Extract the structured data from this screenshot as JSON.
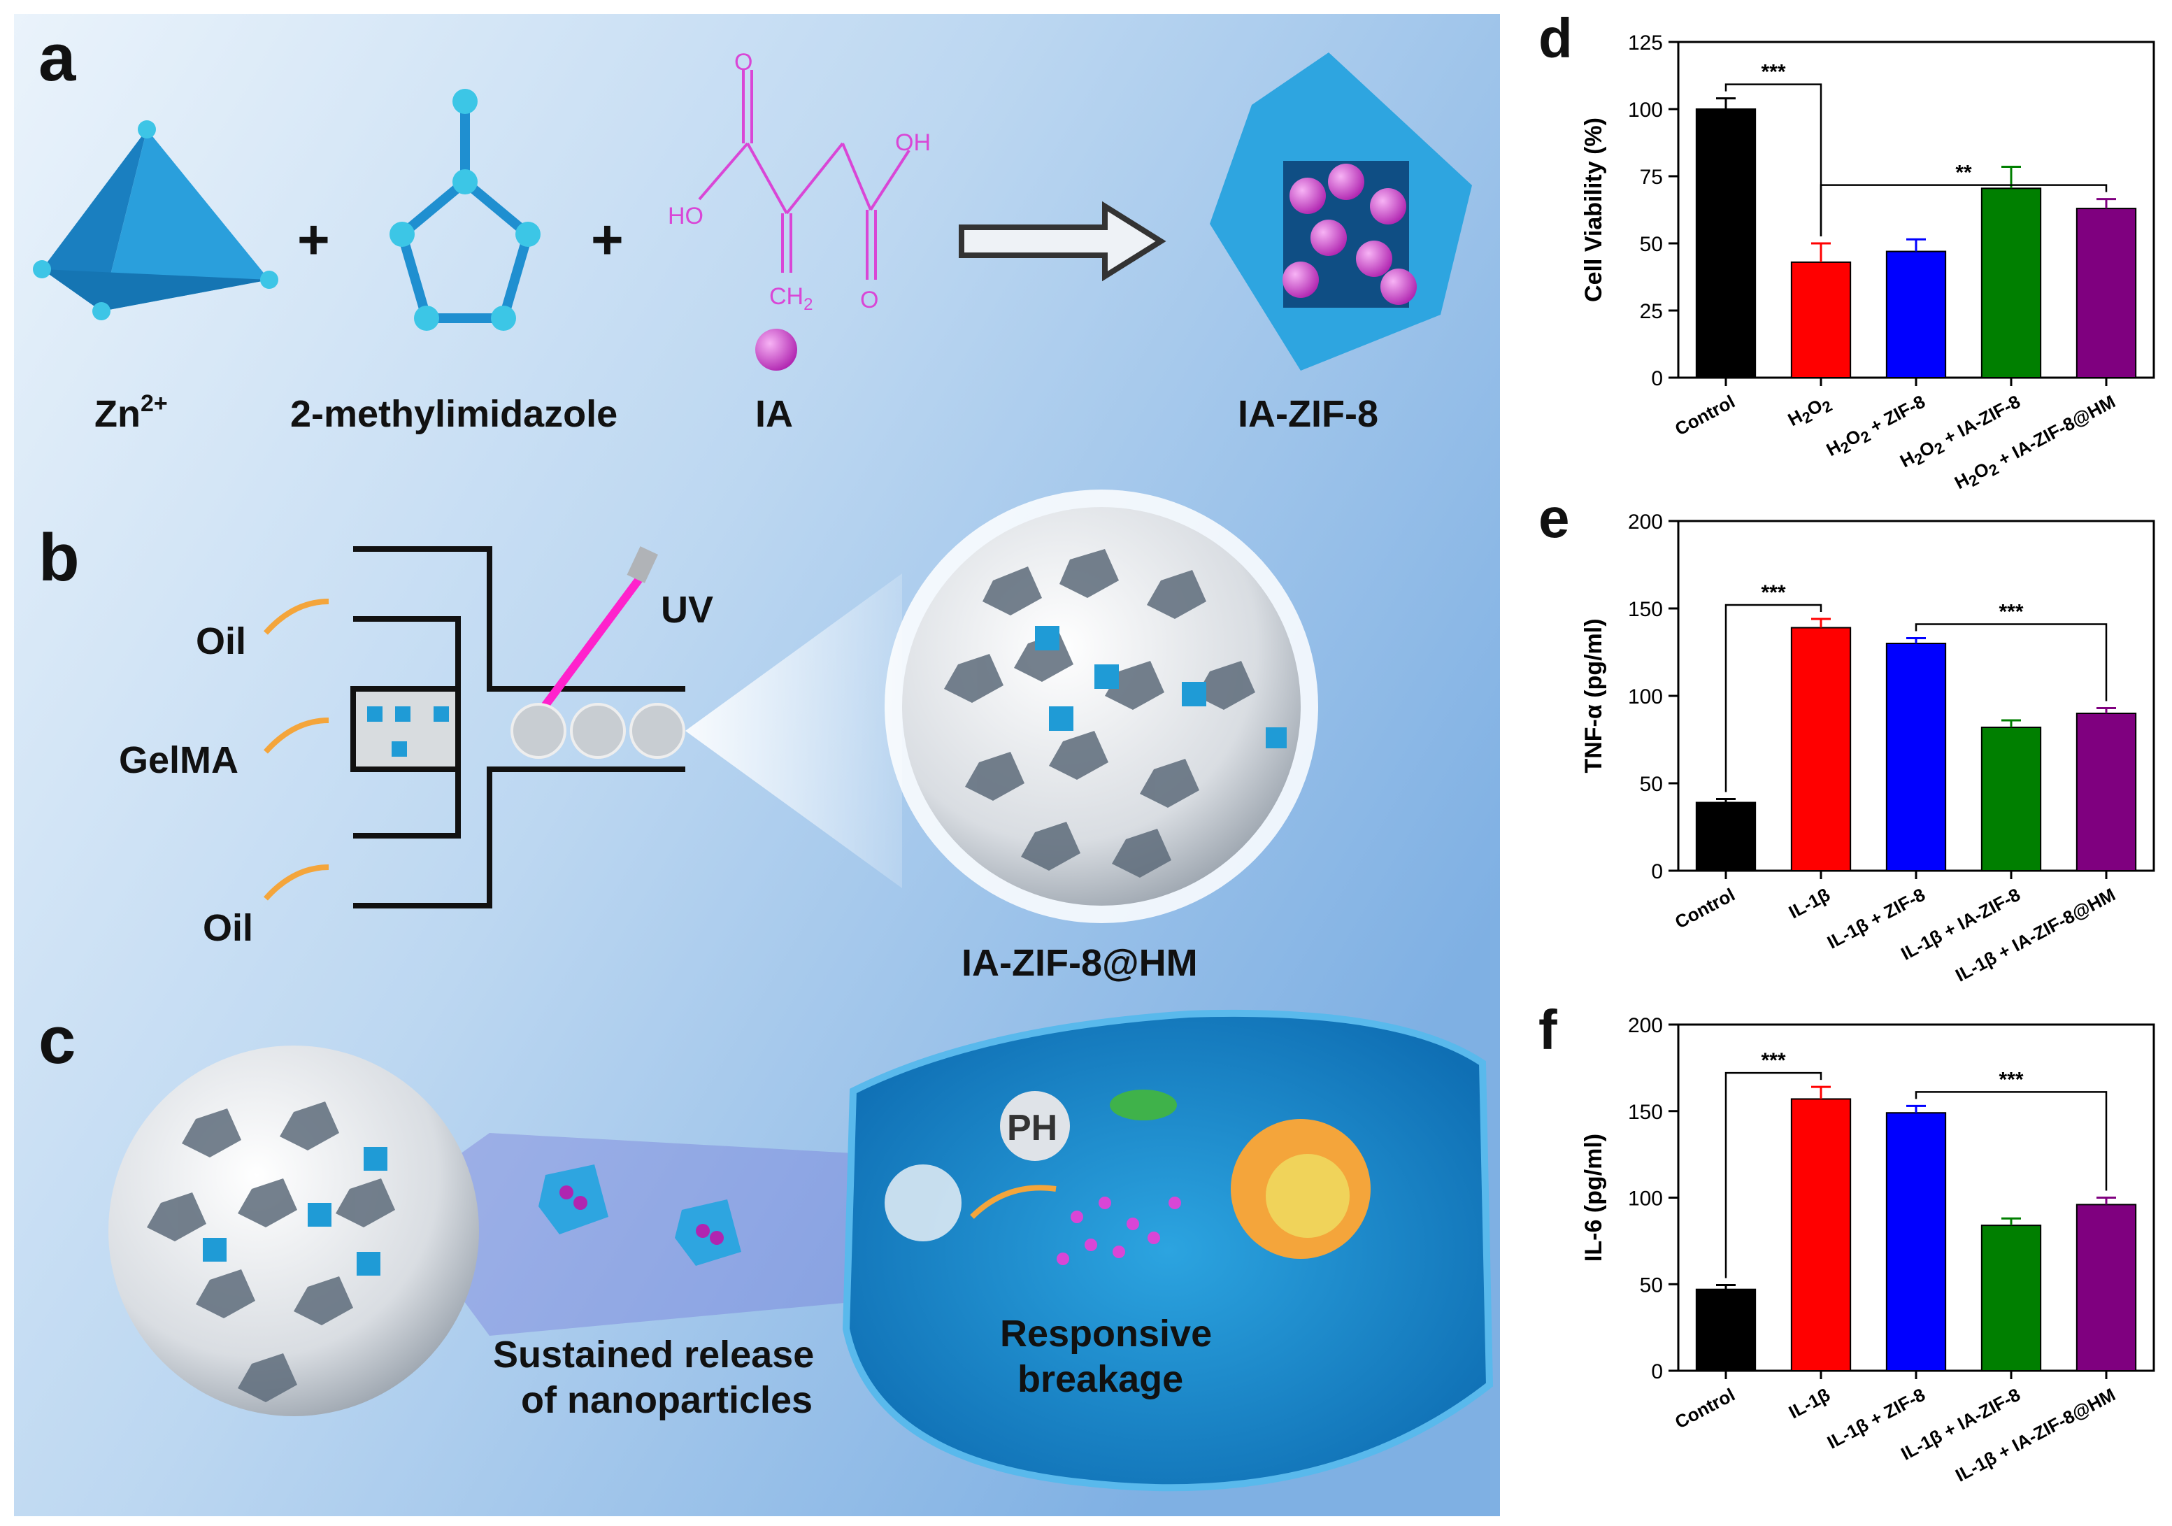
{
  "panel_labels": {
    "a": "a",
    "b": "b",
    "c": "c",
    "d": "d",
    "e": "e",
    "f": "f"
  },
  "panel_a": {
    "zn_label": "Zn",
    "zn_charge": "2+",
    "imidazole_label": "2-methylimidazole",
    "ia_label": "IA",
    "product_label": "IA-ZIF-8",
    "plus": "+",
    "chem_O": "O",
    "chem_OH": "OH",
    "chem_HO": "HO",
    "chem_CH2": "CH",
    "chem_CH2_sub": "2"
  },
  "panel_b": {
    "oil_top": "Oil",
    "gelma": "GelMA",
    "oil_bottom": "Oil",
    "uv": "UV",
    "product_label": "IA-ZIF-8@HM"
  },
  "panel_c": {
    "release_line1": "Sustained release",
    "release_line2": "of nanoparticles",
    "breakage_line1": "Responsive",
    "breakage_line2": "breakage",
    "ph_label": "PH"
  },
  "colors": {
    "black": "#000000",
    "red": "#ff0000",
    "blue": "#0000ff",
    "green": "#007f00",
    "purple": "#7f007f",
    "zif_blue": "#1f9bd6",
    "ia_magenta": "#d946d6",
    "bg_blue": "#8fc0ea"
  },
  "chart_data": [
    {
      "id": "d",
      "type": "bar",
      "ylabel": "Cell Viability (%)",
      "ylim": [
        0,
        125
      ],
      "yticks": [
        0,
        25,
        50,
        75,
        100,
        125
      ],
      "categories": [
        "Control",
        "H2O2",
        "H2O2 + ZIF-8",
        "H2O2 + IA-ZIF-8",
        "H2O2 + IA-ZIF-8@HM"
      ],
      "values": [
        100,
        43,
        47,
        70.5,
        63
      ],
      "errors": [
        4,
        7,
        4.5,
        8,
        3.5
      ],
      "bar_colors": [
        "#000000",
        "#ff0000",
        "#0000ff",
        "#007f00",
        "#7f007f"
      ],
      "significance": [
        {
          "from": 0,
          "to": 1,
          "label": "***"
        },
        {
          "from": 1,
          "to": 4,
          "label": "**"
        }
      ]
    },
    {
      "id": "e",
      "type": "bar",
      "ylabel": "TNF-α (pg/ml)",
      "ylim": [
        0,
        200
      ],
      "yticks": [
        0,
        50,
        100,
        150,
        200
      ],
      "categories": [
        "Control",
        "IL-1β",
        "IL-1β + ZIF-8",
        "IL-1β + IA-ZIF-8",
        "IL-1β + IA-ZIF-8@HM"
      ],
      "values": [
        39,
        139,
        130,
        82,
        90
      ],
      "errors": [
        2,
        5,
        3,
        4,
        3
      ],
      "bar_colors": [
        "#000000",
        "#ff0000",
        "#0000ff",
        "#007f00",
        "#7f007f"
      ],
      "significance": [
        {
          "from": 0,
          "to": 1,
          "label": "***"
        },
        {
          "from": 2,
          "to": 4,
          "label": "***"
        }
      ]
    },
    {
      "id": "f",
      "type": "bar",
      "ylabel": "IL-6 (pg/ml)",
      "ylim": [
        0,
        200
      ],
      "yticks": [
        0,
        50,
        100,
        150,
        200
      ],
      "categories": [
        "Control",
        "IL-1β",
        "IL-1β + ZIF-8",
        "IL-1β + IA-ZIF-8",
        "IL-1β + IA-ZIF-8@HM"
      ],
      "values": [
        47,
        157,
        149,
        84,
        96
      ],
      "errors": [
        2.5,
        7,
        4,
        4,
        4
      ],
      "bar_colors": [
        "#000000",
        "#ff0000",
        "#0000ff",
        "#007f00",
        "#7f007f"
      ],
      "significance": [
        {
          "from": 0,
          "to": 1,
          "label": "***"
        },
        {
          "from": 2,
          "to": 4,
          "label": "***"
        }
      ]
    }
  ]
}
